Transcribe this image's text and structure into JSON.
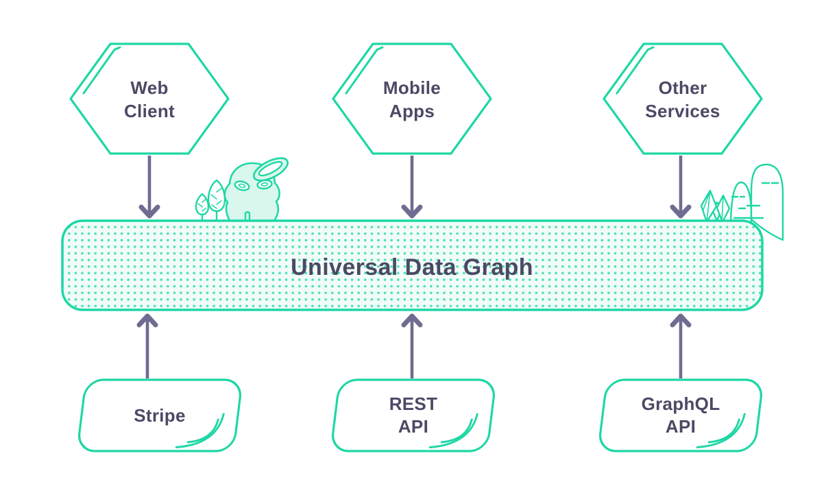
{
  "bar": {
    "title": "Universal Data Graph"
  },
  "clients": [
    {
      "id": "web-client",
      "label": "Web\nClient"
    },
    {
      "id": "mobile-apps",
      "label": "Mobile\nApps"
    },
    {
      "id": "other-services",
      "label": "Other\nServices"
    }
  ],
  "sources": [
    {
      "id": "stripe",
      "label": "Stripe"
    },
    {
      "id": "rest-api",
      "label": "REST\nAPI"
    },
    {
      "id": "graphql-api",
      "label": "GraphQL\nAPI"
    }
  ],
  "colors": {
    "teal": "#1ed7a5",
    "mint": "#d9f7ed",
    "ink": "#4b4964",
    "arrow": "#6e6c90",
    "dot": "#4fdfba",
    "bar_bg": "#f1fcf8"
  }
}
